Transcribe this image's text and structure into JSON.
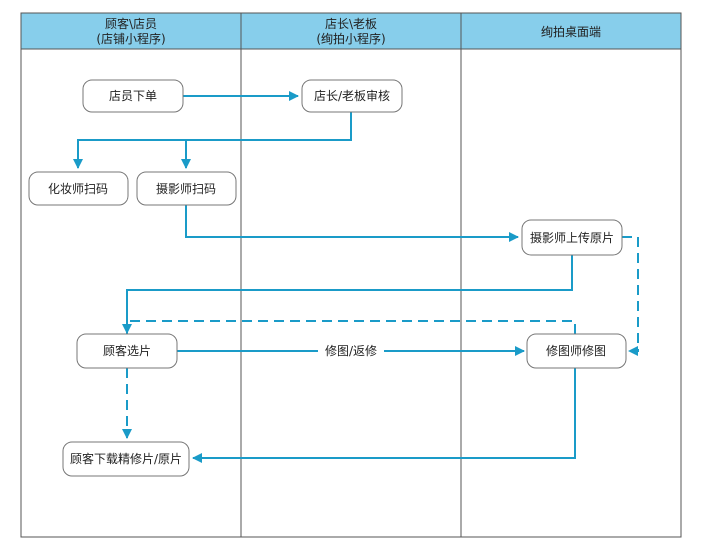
{
  "colors": {
    "header_fill": "#87CEEB",
    "arrow": "#1A9BC8",
    "node_border": "#777777",
    "grid_line": "#555555",
    "text": "#222222"
  },
  "lanes": [
    {
      "line1": "顾客\\店员",
      "line2": "(店铺小程序)"
    },
    {
      "line1": "店长\\老板",
      "line2": "(绚拍小程序)"
    },
    {
      "line1": "绚拍桌面端",
      "line2": ""
    }
  ],
  "nodes": {
    "n1": "店员下单",
    "n2": "店长/老板审核",
    "n3": "化妆师扫码",
    "n4": "摄影师扫码",
    "n5": "摄影师上传原片",
    "n6": "顾客选片",
    "n7": "修图师修图",
    "n8": "顾客下载精修片/原片"
  },
  "edge_labels": {
    "select_to_retouch": "修图/返修"
  }
}
